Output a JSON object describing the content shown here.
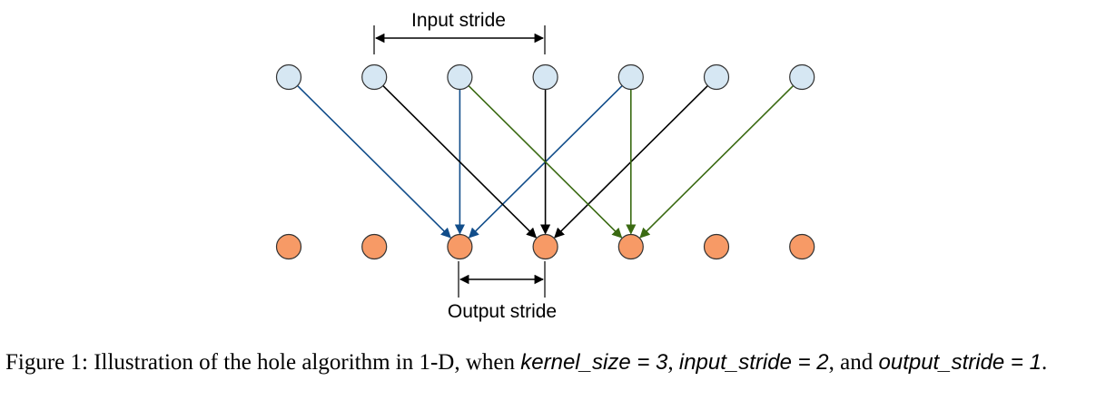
{
  "labels": {
    "input_stride": "Input stride",
    "output_stride": "Output stride"
  },
  "caption": {
    "prefix": "Figure 1: Illustration of the hole algorithm in 1-D, when",
    "kernel_size": "kernel_size = 3",
    "sep1": ",",
    "input_stride": "input_stride = 2",
    "sep2": ", and",
    "output_stride": "output_stride = 1",
    "suffix": "."
  },
  "colors": {
    "input_fill": "#d6e7f3",
    "output_fill": "#f79a66",
    "node_stroke": "#333333",
    "blue": "#114d8a",
    "black": "#000000",
    "green": "#3a6a12"
  },
  "nodes": {
    "input_count": 7,
    "output_count": 7
  },
  "kernel_size": 3,
  "input_stride": 2,
  "output_stride": 1,
  "connections": [
    {
      "output": 2,
      "inputs": [
        0,
        2,
        4
      ],
      "color": "blue"
    },
    {
      "output": 3,
      "inputs": [
        1,
        3,
        5
      ],
      "color": "black"
    },
    {
      "output": 4,
      "inputs": [
        2,
        4,
        6
      ],
      "color": "green"
    }
  ]
}
